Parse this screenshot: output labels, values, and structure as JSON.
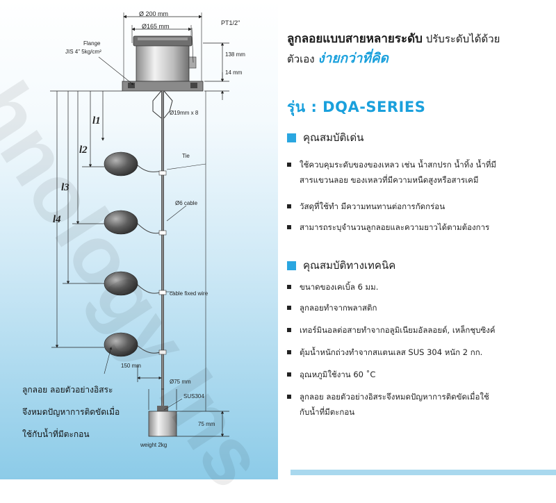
{
  "diagram": {
    "dim_200": "Ø 200 mm",
    "dim_165": "Ø165 mm",
    "pt": "PT1/2\"",
    "flange_1": "Flange",
    "flange_2": "JIS 4\" 5kg/cm²",
    "h_138": "138 mm",
    "h_14": "14 mm",
    "pipe": "Ø19mm x 8",
    "l1": "l1",
    "l2": "l2",
    "l3": "l3",
    "l4": "l4",
    "tie": "Tie",
    "cable": "Ø6 cable",
    "fixed_wire": "cable fixed wire",
    "w150": "150 mm",
    "d75": "Ø75 mm",
    "sus": "SUS304",
    "h75": "75 mm",
    "weight": "weight   2kg",
    "note_lines": [
      "ลูกลอย  ลอยตัวอย่างอิสระ",
      "จึงหมดปัญหาการติดขัดเมื่อ",
      "ใช้กับน้ำที่มีตะกอน"
    ]
  },
  "headline": {
    "line1_bold": "ลูกลอยแบบสายหลายระดับ",
    "line1_rest": " ปรับระดับได้ด้วย",
    "line2_plain": "ตัวเอง ",
    "line2_accent": "ง่ายกว่าที่คิด"
  },
  "series": "รุ่น : DQA-SERIES",
  "features": {
    "title": "คุณสมบัติเด่น",
    "items": [
      [
        "ใช้ควบคุมระดับของของเหลว เช่น น้ำสกปรก น้ำทิ้ง น้ำที่มี",
        "สารแขวนลอย ของเหลวที่มีความหนืดสูงหรือสารเคมี"
      ],
      [
        "วัสดุที่ใช้ทำ มีความทนทานต่อการกัดกร่อน"
      ],
      [
        "สามารถระบุจำนวนลูกลอยและความยาวได้ตามต้องการ"
      ]
    ]
  },
  "technical": {
    "title": "คุณสมบัติทางเทคนิค",
    "items": [
      [
        "ขนาดของเคเบิ้ล 6 มม."
      ],
      [
        "ลูกลอยทำจากพลาสติก"
      ],
      [
        "เทอร์มินอลต่อสายทำจากอลูมิเนียมอัลลอยด์, เหล็กชุบซิงค์"
      ],
      [
        "ตุ้มน้ำหนักถ่วงทำจากสแตนเลส SUS 304 หนัก 2 กก."
      ],
      [
        "อุณหภูมิใช้งาน 60 ˚C"
      ],
      [
        "ลูกลอย ลอยตัวอย่างอิสระจึงหมดปัญหาการติดขัดเมื่อใช้",
        "กับน้ำที่มีตะกอน"
      ]
    ]
  },
  "watermark": "chnology Ins",
  "colors": {
    "accent": "#1aa0dc",
    "panel_bottom": "#8ccbe8"
  }
}
